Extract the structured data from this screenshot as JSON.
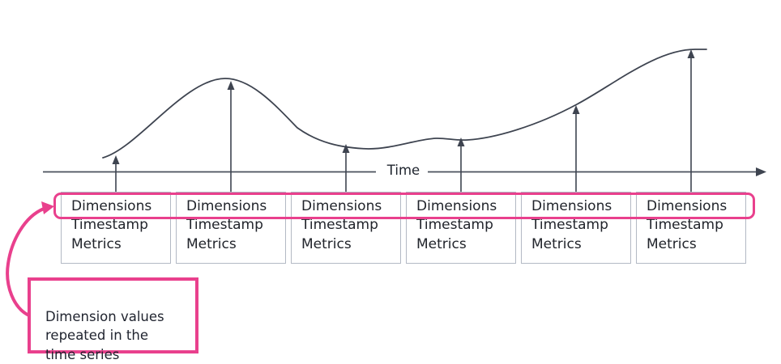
{
  "diagram": {
    "title_semantics": "time series records diagram",
    "axis_label": "Time",
    "colors": {
      "accent_pink": "#e9408d",
      "curve_and_arrows": "#3e4450",
      "axis_gray": "#4a505c",
      "box_border": "#b3b9c4",
      "text": "#21242b"
    },
    "boxes": [
      {
        "lines": [
          "Dimensions",
          "Timestamp",
          "Metrics"
        ]
      },
      {
        "lines": [
          "Dimensions",
          "Timestamp",
          "Metrics"
        ]
      },
      {
        "lines": [
          "Dimensions",
          "Timestamp",
          "Metrics"
        ]
      },
      {
        "lines": [
          "Dimensions",
          "Timestamp",
          "Metrics"
        ]
      },
      {
        "lines": [
          "Dimensions",
          "Timestamp",
          "Metrics"
        ]
      },
      {
        "lines": [
          "Dimensions",
          "Timestamp",
          "Metrics"
        ]
      }
    ],
    "callout": {
      "text": "Dimension values\nrepeated in the\ntime series"
    }
  }
}
